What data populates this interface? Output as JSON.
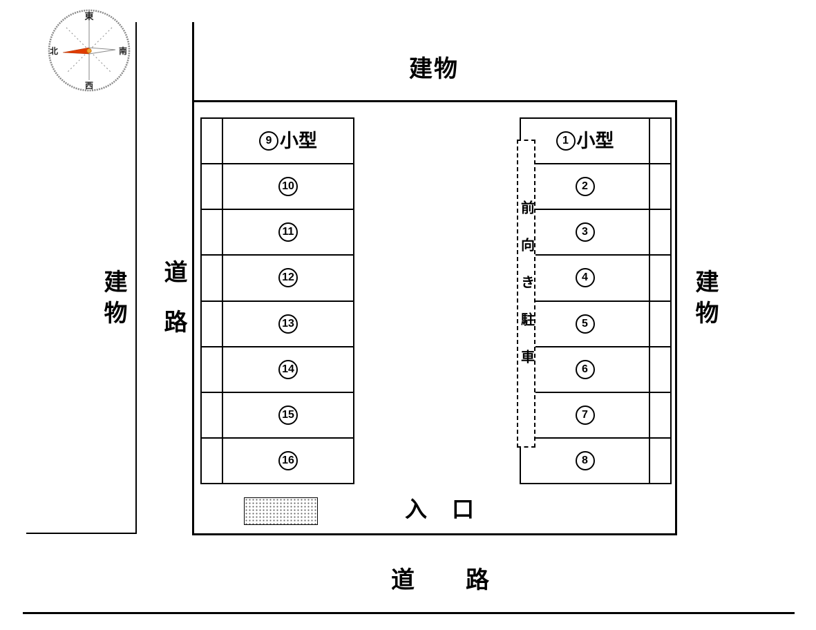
{
  "compass": {
    "top": "東",
    "left": "北",
    "right": "南",
    "bottom": "西",
    "needle_color": "#e03c00"
  },
  "labels": {
    "building_top": "建物",
    "building_left": "建物",
    "building_right": "建物",
    "road_left": "道路",
    "road_bottom": "道　　路",
    "entrance": "入　口",
    "front_parking": "前向き駐車"
  },
  "left_column": {
    "stalls": [
      {
        "number": "9",
        "suffix": "小型"
      },
      {
        "number": "10",
        "suffix": ""
      },
      {
        "number": "11",
        "suffix": ""
      },
      {
        "number": "12",
        "suffix": ""
      },
      {
        "number": "13",
        "suffix": ""
      },
      {
        "number": "14",
        "suffix": ""
      },
      {
        "number": "15",
        "suffix": ""
      },
      {
        "number": "16",
        "suffix": ""
      }
    ]
  },
  "right_column": {
    "stalls": [
      {
        "number": "1",
        "suffix": "小型"
      },
      {
        "number": "2",
        "suffix": ""
      },
      {
        "number": "3",
        "suffix": ""
      },
      {
        "number": "4",
        "suffix": ""
      },
      {
        "number": "5",
        "suffix": ""
      },
      {
        "number": "6",
        "suffix": ""
      },
      {
        "number": "7",
        "suffix": ""
      },
      {
        "number": "8",
        "suffix": ""
      }
    ]
  }
}
